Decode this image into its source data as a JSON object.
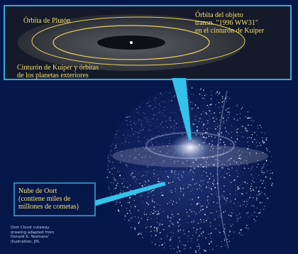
{
  "labels": {
    "pluto_orbit": "Órbita de Plutón",
    "object_orbit": "Órbita del objeto\ntransn. \"1996 WW31\"\nen el cinturón de Kuiper",
    "kuiper_belt": "Cinturón de Kuiper y órbitas\nde los planetas exteriores",
    "oort_cloud": "Nube de Oort\n(contiene miles de\nmillones de cometas)"
  },
  "credit": {
    "line1": "Oort Cloud cutaway",
    "line2": "drawing adapted from",
    "line3": "Donald K. Yeomans'",
    "line4": "illustration, JPL"
  },
  "colors": {
    "background": "#06184a",
    "label_text": "#f3e06a",
    "callout_border": "#3aa9d8",
    "pointer": "#33c3ea"
  }
}
